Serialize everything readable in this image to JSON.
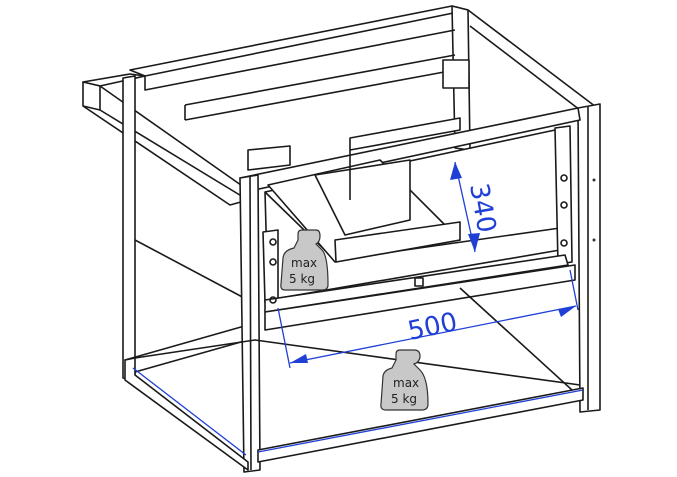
{
  "dimensions": {
    "width_label": "500",
    "height_label": "340"
  },
  "weights": [
    {
      "line1": "max",
      "line2": "5 kg"
    },
    {
      "line1": "max",
      "line2": "5 kg"
    }
  ],
  "colors": {
    "dimension": "#1f3fd6",
    "weight_fill": "#c8c8c8",
    "line": "#1a1a1a"
  }
}
